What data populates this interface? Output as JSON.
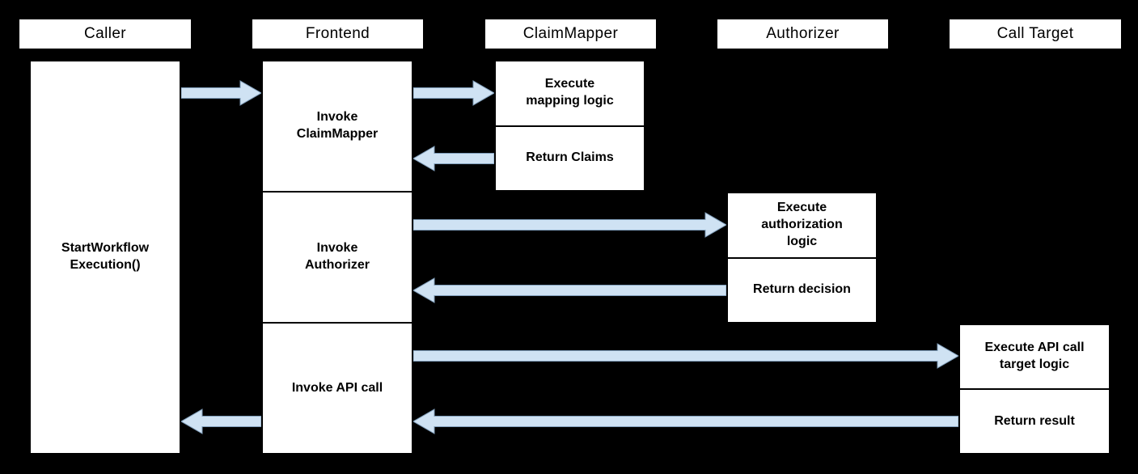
{
  "diagram": {
    "columns": [
      {
        "label": "Caller"
      },
      {
        "label": "Frontend"
      },
      {
        "label": "ClaimMapper"
      },
      {
        "label": "Authorizer"
      },
      {
        "label": "Call Target"
      }
    ],
    "caller": {
      "activity": "StartWorkflow\nExecution()"
    },
    "frontend": {
      "step1": "Invoke\nClaimMapper",
      "step2": "Invoke\nAuthorizer",
      "step3": "Invoke API call"
    },
    "claimmapper": {
      "step1": "Execute\nmapping logic",
      "step2": "Return Claims"
    },
    "authorizer": {
      "step1": "Execute\nauthorization\nlogic",
      "step2": "Return decision"
    },
    "calltarget": {
      "step1": "Execute API call\ntarget logic",
      "step2": "Return result"
    },
    "colors": {
      "background": "#000000",
      "box_fill": "#ffffff",
      "box_border": "#000000",
      "arrow_fill": "#cfe2f3",
      "arrow_stroke": "#7f9db9",
      "text": "#000000"
    }
  }
}
